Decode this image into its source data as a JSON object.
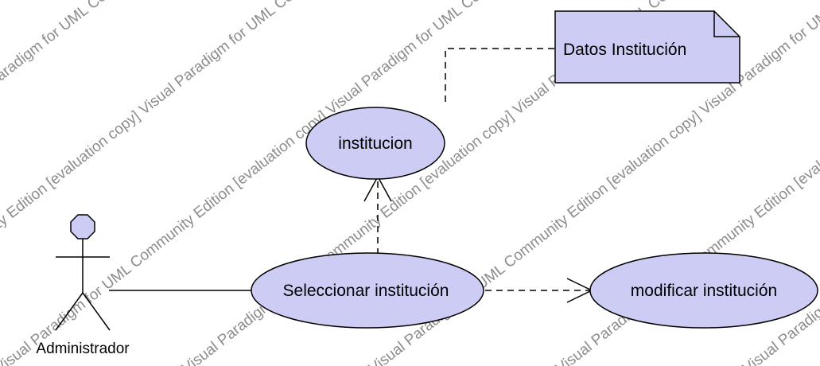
{
  "diagram": {
    "actor": {
      "name": "Administrador"
    },
    "use_cases": {
      "institucion": "institucion",
      "seleccionar": "Seleccionar institución",
      "modificar": "modificar institución"
    },
    "note": {
      "text": "Datos Institución"
    },
    "watermark": {
      "texts": [
        "Visual Paradigm for UML",
        "Community Edition [evaluation copy]"
      ]
    },
    "colors": {
      "fill": "#ccccf4",
      "stroke": "#000000",
      "watermark": "#8c8c8c"
    }
  }
}
